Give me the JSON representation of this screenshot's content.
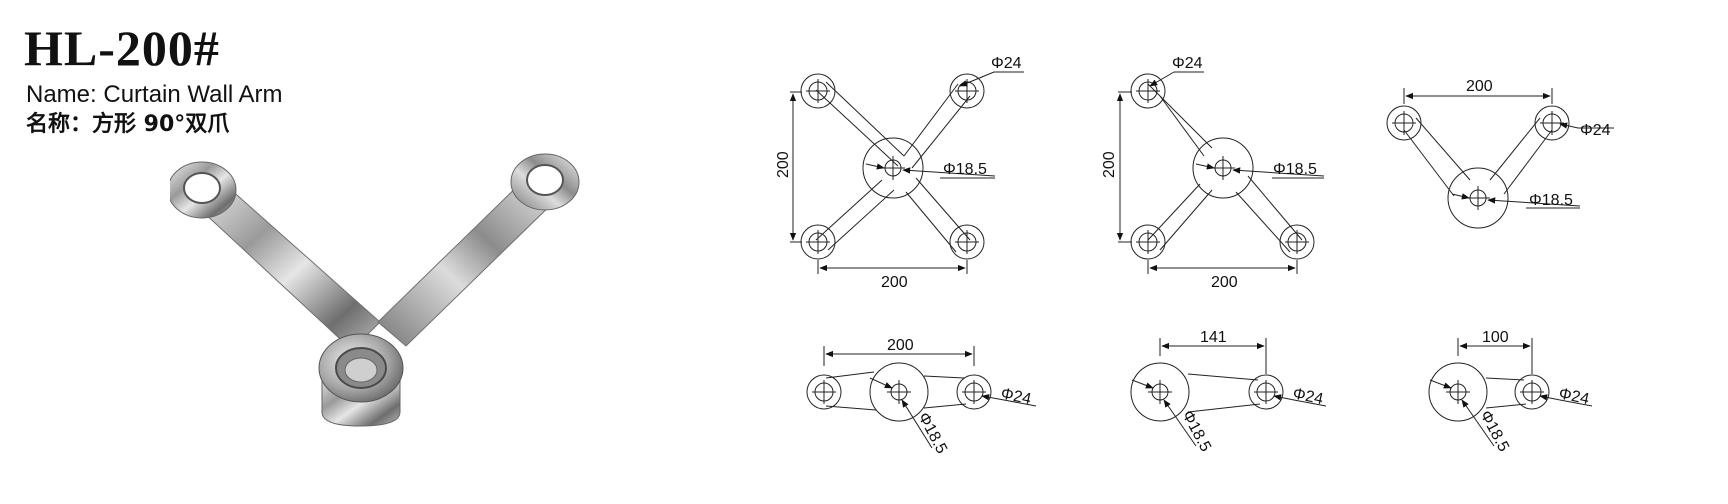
{
  "header": {
    "model": "HL-200#",
    "name_en": "Name: Curtain Wall Arm",
    "name_cn": "名称：方形  90°双爪"
  },
  "drawings": {
    "hole_dia": "Φ24",
    "center_dia": "Φ18.5",
    "dim_200": "200",
    "dim_141": "141",
    "dim_100": "100"
  }
}
